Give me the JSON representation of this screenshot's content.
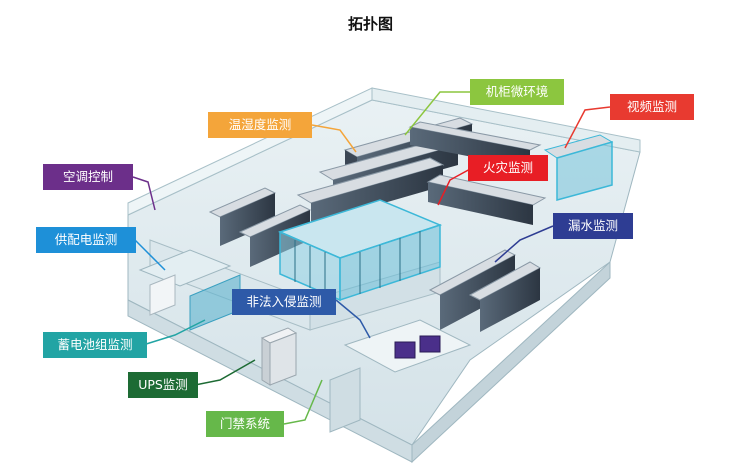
{
  "title": "拓扑图",
  "labels": [
    {
      "key": "temp_humidity",
      "text": "温湿度监测",
      "color": "#f4a53a"
    },
    {
      "key": "cabinet_env",
      "text": "机柜微环境",
      "color": "#8cc63f"
    },
    {
      "key": "video",
      "text": "视频监测",
      "color": "#e83a30"
    },
    {
      "key": "aircon",
      "text": "空调控制",
      "color": "#6c2f8a"
    },
    {
      "key": "fire",
      "text": "火灾监测",
      "color": "#e81e25"
    },
    {
      "key": "power",
      "text": "供配电监测",
      "color": "#1e90d8"
    },
    {
      "key": "leak",
      "text": "漏水监测",
      "color": "#2e3d93"
    },
    {
      "key": "intrusion",
      "text": "非法入侵监测",
      "color": "#2e5aa8"
    },
    {
      "key": "battery",
      "text": "蓄电池组监测",
      "color": "#22a4a4"
    },
    {
      "key": "ups",
      "text": "UPS监测",
      "color": "#1d6b34"
    },
    {
      "key": "access",
      "text": "门禁系统",
      "color": "#66b84a"
    }
  ]
}
